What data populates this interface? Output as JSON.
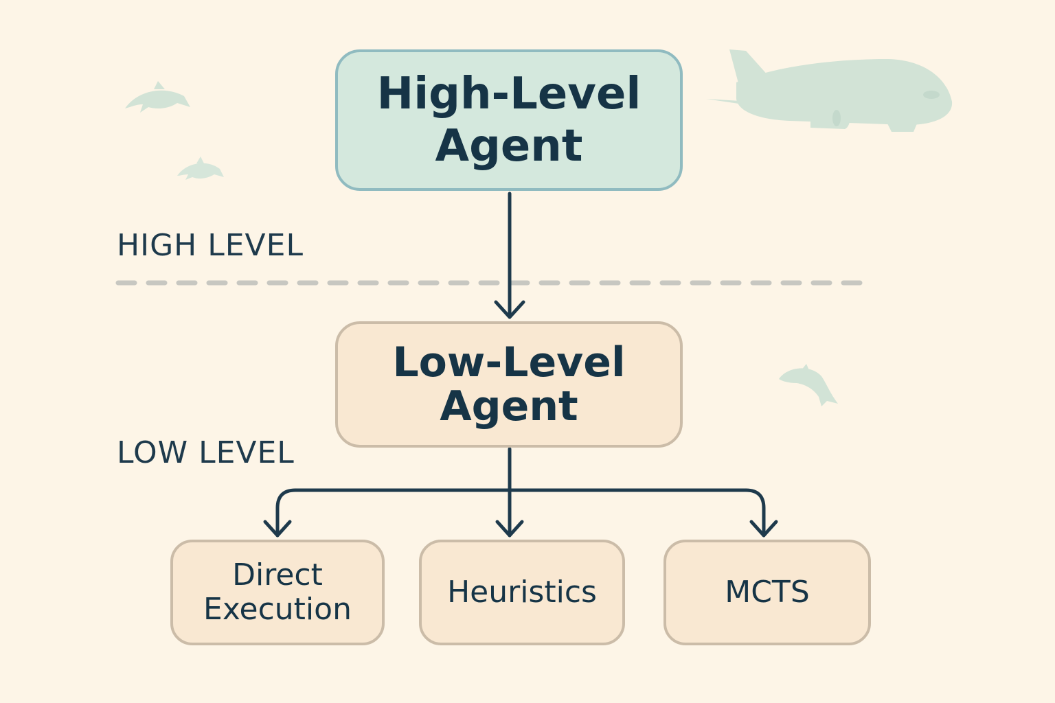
{
  "diagram": {
    "levels": {
      "high": "HIGH LEVEL",
      "low": "LOW LEVEL"
    },
    "nodes": {
      "high_agent": "High-Level\nAgent",
      "low_agent": "Low-Level\nAgent",
      "direct_execution": "Direct\nExecution",
      "heuristics": "Heuristics",
      "mcts": "MCTS"
    },
    "colors": {
      "background": "#fdf5e7",
      "text": "#163446",
      "arrow": "#1e3a4c",
      "high_node_fill": "#d4e8dd",
      "high_node_border": "#90bbc0",
      "low_node_fill": "#f9e8d2",
      "low_node_border": "#cbbca8",
      "divider": "#c7c7c1",
      "decor": "#d2e3d6"
    },
    "decorations": [
      "dolphin-icon",
      "dolphin-icon",
      "dolphin-icon",
      "airplane-icon"
    ]
  }
}
